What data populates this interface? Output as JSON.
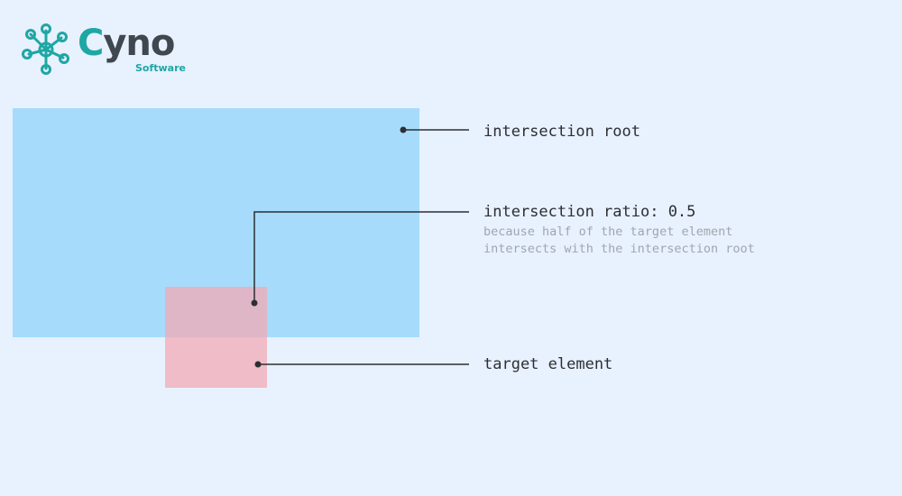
{
  "logo": {
    "name_prefix": "C",
    "name_rest": "yno",
    "subtitle": "Software"
  },
  "labels": {
    "root": "intersection root",
    "ratio": "intersection ratio: 0.5",
    "ratio_note_line1": "because half of the target element",
    "ratio_note_line2": "intersects with the intersection root",
    "target": "target element"
  },
  "colors": {
    "background": "#e8f1fe",
    "root_box": "#a6dbfb",
    "target_box": "#f1aab4",
    "brand_teal": "#1ea7a4",
    "brand_gray": "#3f474f"
  }
}
